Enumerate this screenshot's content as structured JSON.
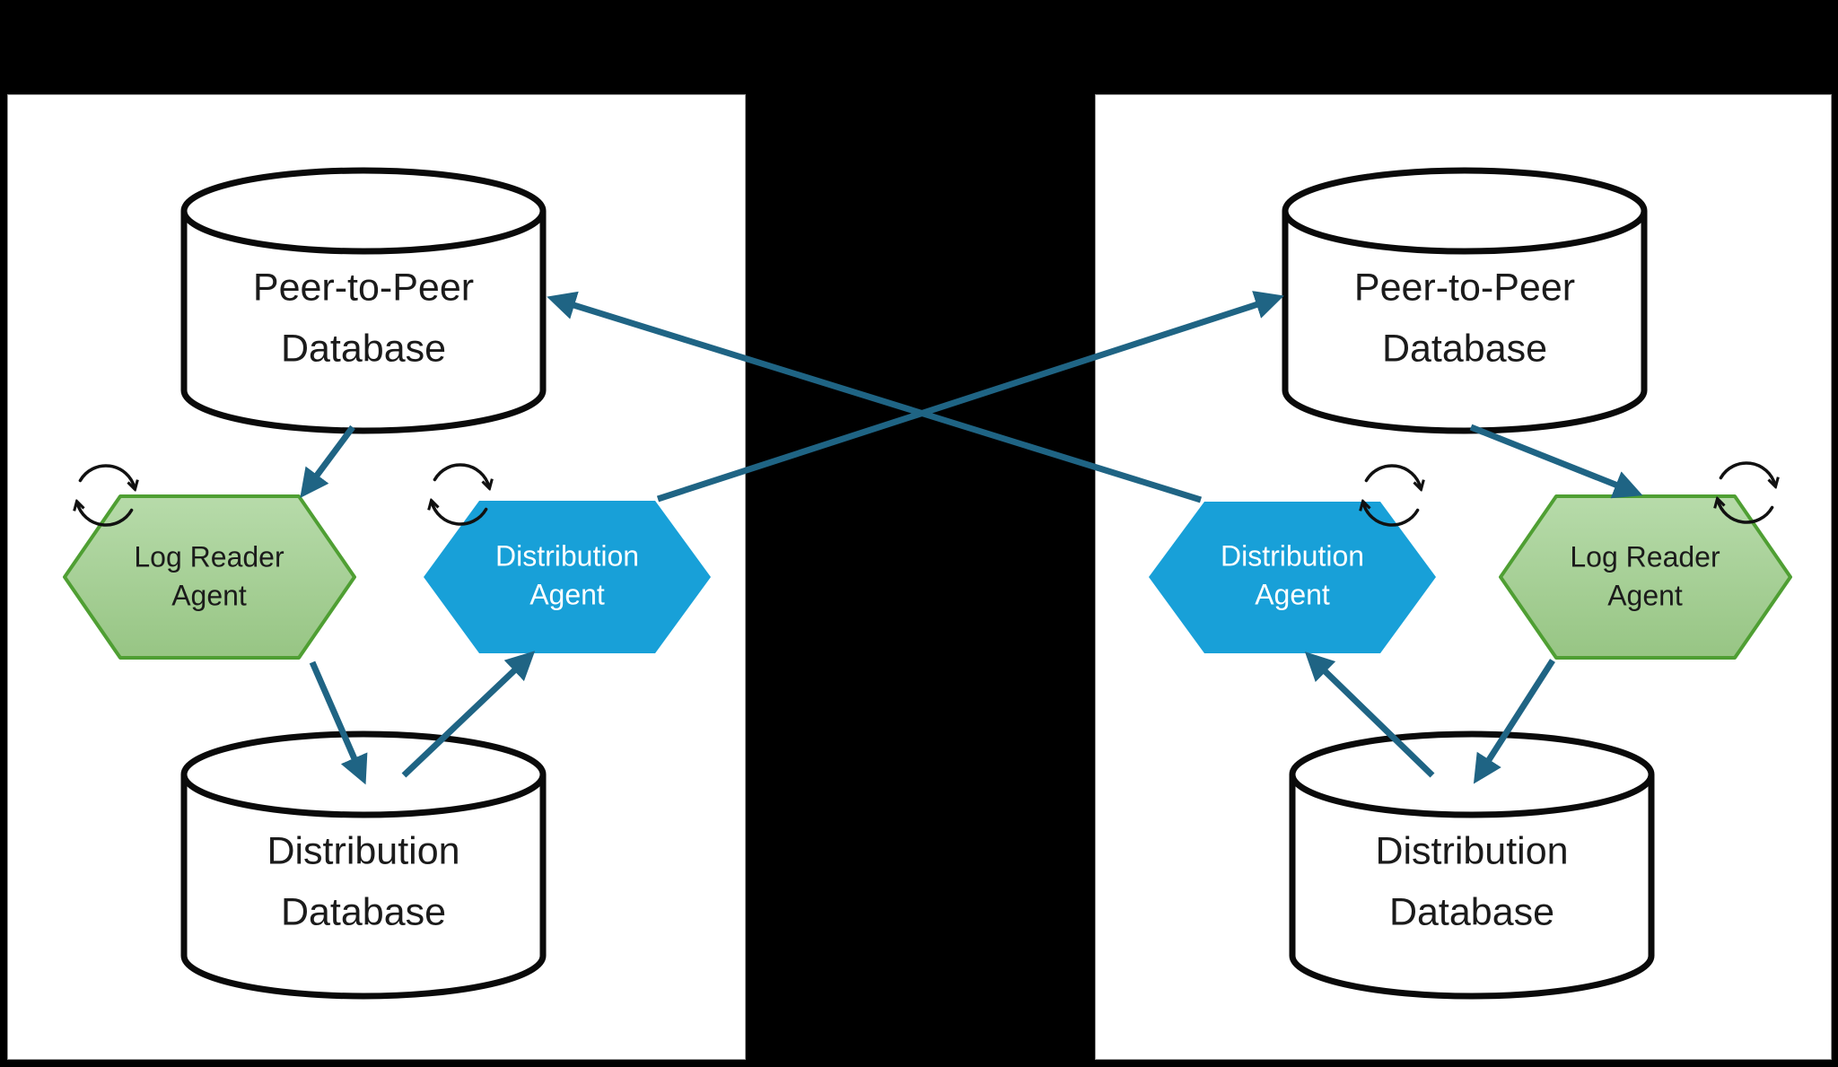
{
  "colors": {
    "background": "#000000",
    "panel": "#ffffff",
    "panel_border": "#9a9a9a",
    "outline": "#0a0a0a",
    "arrow": "#1f6484",
    "green_top": "#b7dbaa",
    "green_bottom": "#97c584",
    "green_border": "#4f9f33",
    "blue_fill": "#18a0d8",
    "icon": "#111111",
    "text_dark": "#1b1b1b",
    "text_light": "#ffffff"
  },
  "icons": {
    "sync": "circular-refresh-arrows"
  },
  "panels": [
    {
      "side": "left",
      "peer_db": {
        "line1": "Peer-to-Peer",
        "line2": "Database"
      },
      "log_reader_agent": {
        "line1": "Log Reader",
        "line2": "Agent"
      },
      "distribution_agent": {
        "line1": "Distribution",
        "line2": "Agent"
      },
      "distribution_db": {
        "line1": "Distribution",
        "line2": "Database"
      }
    },
    {
      "side": "right",
      "peer_db": {
        "line1": "Peer-to-Peer",
        "line2": "Database"
      },
      "log_reader_agent": {
        "line1": "Log Reader",
        "line2": "Agent"
      },
      "distribution_agent": {
        "line1": "Distribution",
        "line2": "Agent"
      },
      "distribution_db": {
        "line1": "Distribution",
        "line2": "Database"
      }
    }
  ]
}
